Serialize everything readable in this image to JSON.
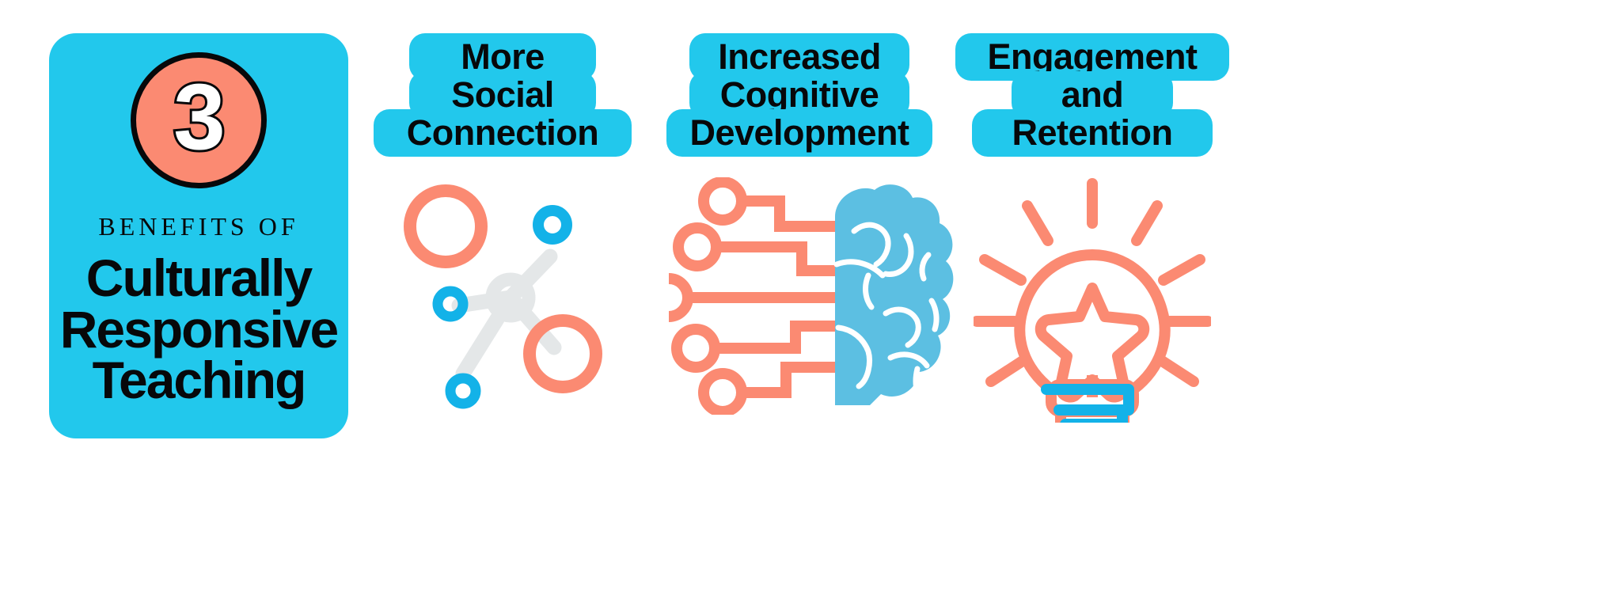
{
  "title_card": {
    "number": "3",
    "eyebrow": "BENEFITS OF",
    "title_lines": [
      "Culturally",
      "Responsive",
      "Teaching"
    ]
  },
  "colors": {
    "cyan": "#22c8ec",
    "coral": "#fb8a72",
    "brain_blue": "#5cbfe2",
    "link_gray": "#e4e7e8",
    "ink": "#07080a",
    "white": "#ffffff"
  },
  "benefits": [
    {
      "id": "social-connection",
      "heading_lines": [
        "More",
        "Social",
        "Connection"
      ],
      "icon": "network-nodes-icon"
    },
    {
      "id": "cognitive-development",
      "heading_lines": [
        "Increased",
        "Cognitive",
        "Development"
      ],
      "icon": "brain-circuit-icon"
    },
    {
      "id": "engagement-retention",
      "heading_lines": [
        "Engagement",
        "and",
        "Retention"
      ],
      "icon": "lightbulb-star-icon"
    }
  ]
}
